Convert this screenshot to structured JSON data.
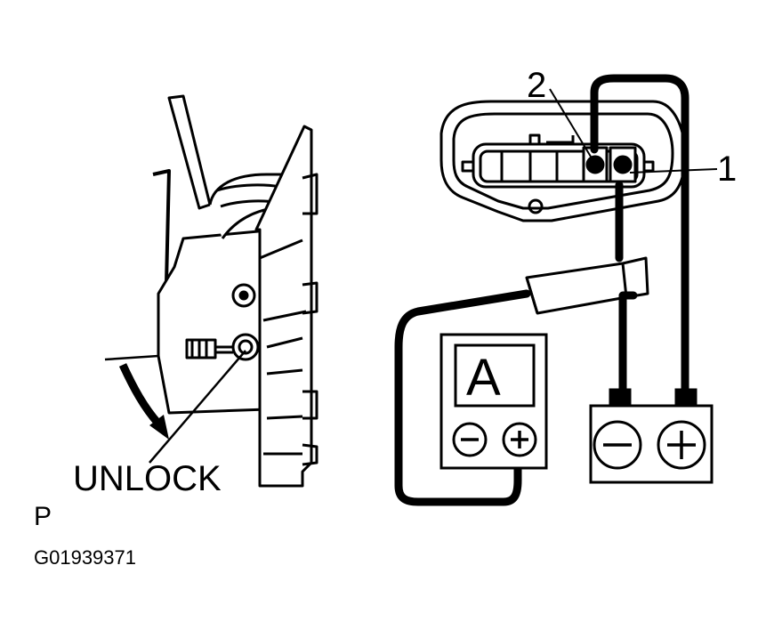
{
  "labels": {
    "unlock": "UNLOCK",
    "position": "P",
    "figure_code": "G01939371",
    "terminal_2": "2",
    "terminal_1": "1",
    "ammeter_unit": "A"
  },
  "icons": {
    "ammeter_minus": "minus-circle-icon",
    "ammeter_plus": "plus-circle-icon",
    "battery_minus": "minus-circle-icon",
    "battery_plus": "plus-circle-icon"
  },
  "colors": {
    "line": "#000000",
    "background": "#ffffff"
  }
}
